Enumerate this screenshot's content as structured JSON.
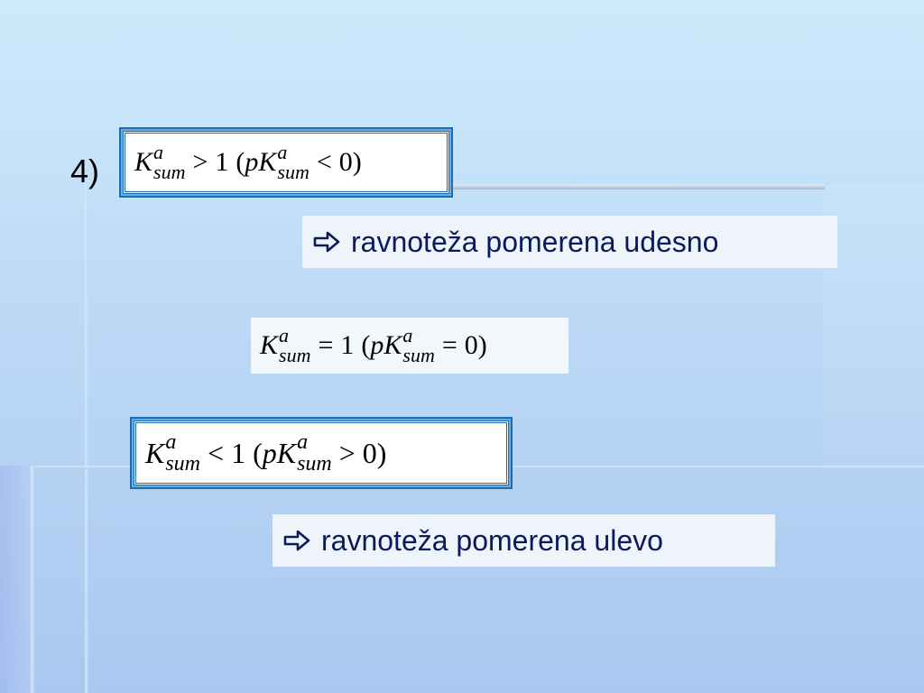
{
  "item_label": "4)",
  "equations": [
    {
      "base": "K",
      "sup": "a",
      "sub": "sum",
      "op": ">",
      "value": "1",
      "open": "(",
      "p": "p",
      "op2": "<",
      "value2": "0",
      "close": ")"
    },
    {
      "base": "K",
      "sup": "a",
      "sub": "sum",
      "op": "=",
      "value": "1",
      "open": "(",
      "p": "p",
      "op2": "=",
      "value2": "0",
      "close": ")"
    },
    {
      "base": "K",
      "sup": "a",
      "sub": "sum",
      "op": "<",
      "value": "1",
      "open": "(",
      "p": "p",
      "op2": ">",
      "value2": "0",
      "close": ")"
    }
  ],
  "results": [
    {
      "text": "ravnoteža pomerena udesno",
      "icon": "arrow-right-icon"
    },
    {
      "text": "ravnoteža pomerena ulevo",
      "icon": "arrow-right-icon"
    }
  ],
  "colors": {
    "text_dark_blue": "#0a1b5c",
    "box_border": "#1f6cb4",
    "background_top": "#cdeafc",
    "background_bottom": "#aac7f0"
  }
}
